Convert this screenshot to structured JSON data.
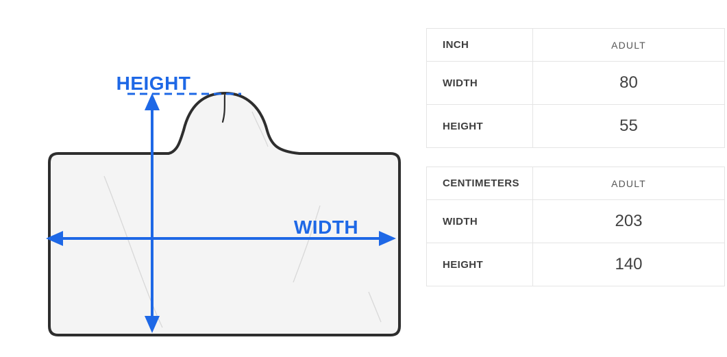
{
  "diagram": {
    "height_label": "HEIGHT",
    "width_label": "WIDTH",
    "accent_color": "#1e68e6",
    "outline_color": "#2e2e2e",
    "fabric_fill": "#f4f4f4",
    "crease_color": "#d8d8d8"
  },
  "tables": [
    {
      "unit_header": "INCH",
      "size_header": "ADULT",
      "rows": [
        {
          "label": "WIDTH",
          "value": "80"
        },
        {
          "label": "HEIGHT",
          "value": "55"
        }
      ]
    },
    {
      "unit_header": "CENTIMETERS",
      "size_header": "ADULT",
      "rows": [
        {
          "label": "WIDTH",
          "value": "203"
        },
        {
          "label": "HEIGHT",
          "value": "140"
        }
      ]
    }
  ]
}
